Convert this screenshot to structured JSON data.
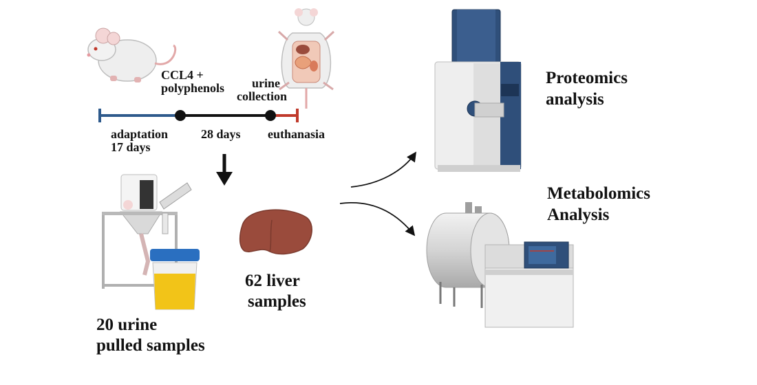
{
  "timeline": {
    "treatment": "CCL4 +",
    "treatment_2": "polyphenols",
    "collection": "urine",
    "collection_2": "collection",
    "adaptation": "adaptation",
    "adaptation_days": "17 days",
    "treatment_days": "28 days",
    "end": "euthanasia"
  },
  "samples": {
    "urine": "20 urine",
    "urine_2": "pulled samples",
    "liver": "62 liver",
    "liver_2": "samples"
  },
  "analyses": {
    "proteomics": "Proteomics",
    "proteomics_2": "analysis",
    "metabolomics": "Metabolomics",
    "metabolomics_2": "Analysis"
  },
  "colors": {
    "adaptation_bar": "#2e5a8c",
    "treatment_bar": "#111111",
    "end_bar": "#c0392b",
    "urine_fill": "#f2c418",
    "lid": "#2a6fc0",
    "liver": "#9a4b3c",
    "instrument_blue": "#2f4f7a"
  }
}
